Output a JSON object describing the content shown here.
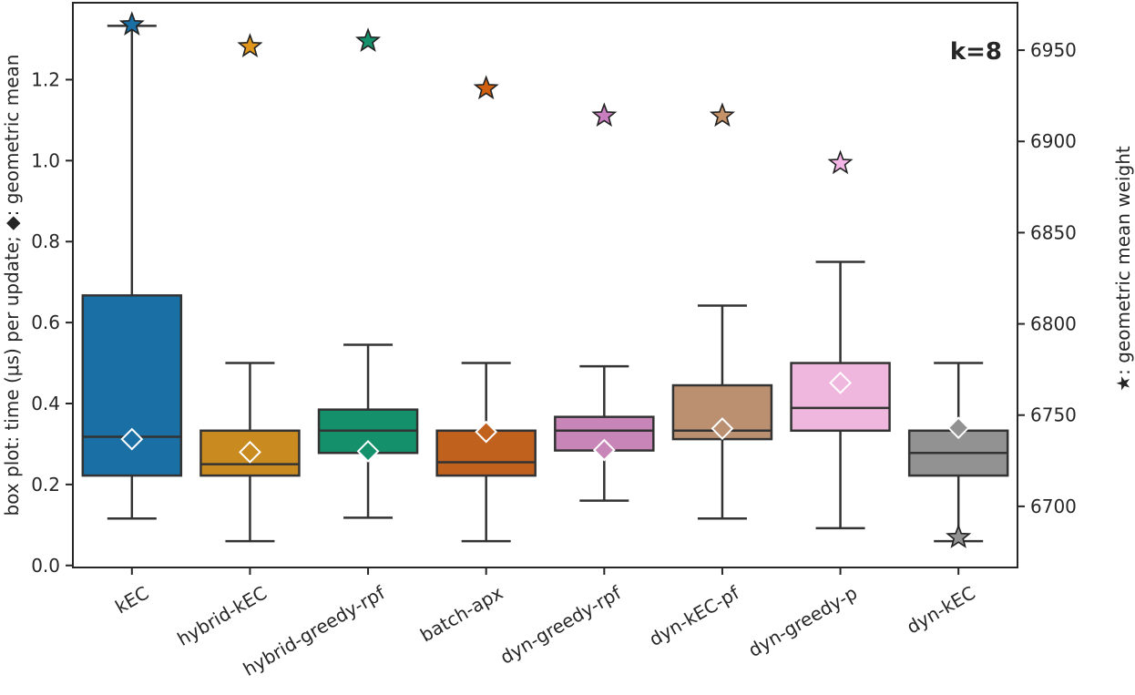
{
  "chart_data": {
    "type": "box",
    "annotation": "k=8",
    "ylabel": "box plot: time (μs) per update; ◆: geometric mean",
    "y2label": "★: geometric mean weight",
    "ylim": [
      -0.005,
      1.39
    ],
    "y2lim": [
      6666.5,
      6976
    ],
    "yticks": [
      0.0,
      0.2,
      0.4,
      0.6,
      0.8,
      1.0,
      1.2
    ],
    "ytick_labels": [
      "0.0",
      "0.2",
      "0.4",
      "0.6",
      "0.8",
      "1.0",
      "1.2"
    ],
    "y2ticks": [
      6700,
      6750,
      6800,
      6850,
      6900,
      6950
    ],
    "y2tick_labels": [
      "6700",
      "6750",
      "6800",
      "6850",
      "6900",
      "6950"
    ],
    "categories": [
      "kEC",
      "hybrid-kEC",
      "hybrid-greedy-rpf",
      "batch-apx",
      "dyn-greedy-rpf",
      "dyn-kEC-pf",
      "dyn-greedy-p",
      "dyn-kEC"
    ],
    "colors": [
      "#1a6fa4",
      "#c98b1f",
      "#14916b",
      "#c0611e",
      "#c785b8",
      "#ba9070",
      "#efb7de",
      "#929292"
    ],
    "star_colors": [
      "#1a6fa4",
      "#e0961a",
      "#14916b",
      "#d0600e",
      "#c97ec0",
      "#c59267",
      "#f3b5e5",
      "#929292"
    ],
    "boxes": [
      {
        "whislo": 0.116,
        "q1": 0.222,
        "med": 0.318,
        "q3": 0.667,
        "whishi": 1.333
      },
      {
        "whislo": 0.06,
        "q1": 0.222,
        "med": 0.25,
        "q3": 0.333,
        "whishi": 0.5
      },
      {
        "whislo": 0.118,
        "q1": 0.278,
        "med": 0.333,
        "q3": 0.385,
        "whishi": 0.545
      },
      {
        "whislo": 0.06,
        "q1": 0.222,
        "med": 0.255,
        "q3": 0.333,
        "whishi": 0.5
      },
      {
        "whislo": 0.16,
        "q1": 0.284,
        "med": 0.333,
        "q3": 0.367,
        "whishi": 0.492
      },
      {
        "whislo": 0.116,
        "q1": 0.312,
        "med": 0.333,
        "q3": 0.445,
        "whishi": 0.642
      },
      {
        "whislo": 0.092,
        "q1": 0.333,
        "med": 0.389,
        "q3": 0.5,
        "whishi": 0.75
      },
      {
        "whislo": 0.06,
        "q1": 0.222,
        "med": 0.278,
        "q3": 0.333,
        "whishi": 0.5
      }
    ],
    "geomean_time": [
      0.312,
      0.28,
      0.282,
      0.33,
      0.285,
      0.338,
      0.451,
      0.34
    ],
    "geomean_weight": [
      6964,
      6952,
      6955,
      6929,
      6914,
      6914,
      6888,
      6683
    ]
  }
}
